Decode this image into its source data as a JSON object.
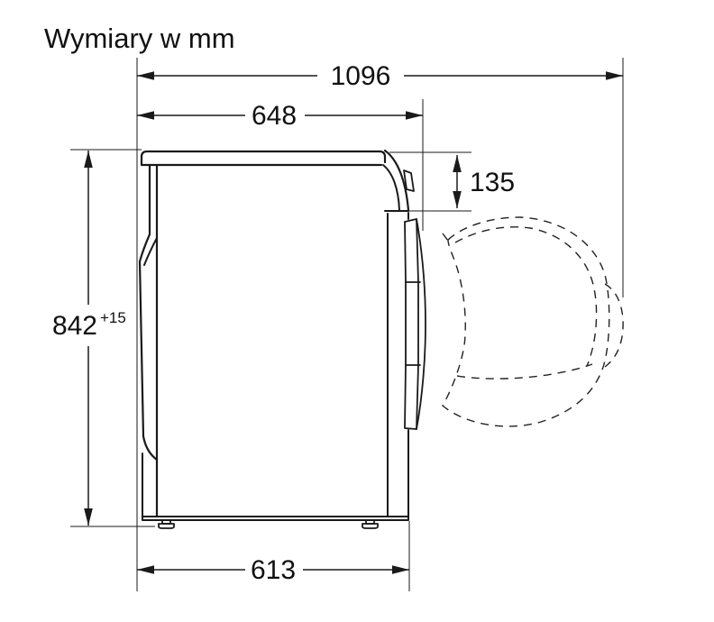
{
  "title": "Wymiary w mm",
  "dims": {
    "open_depth": "1096",
    "total_depth": "648",
    "panel_height": "135",
    "height": "842",
    "height_tolerance": "+15",
    "body_depth": "613"
  },
  "colors": {
    "line": "#1a1a1a",
    "background": "#ffffff"
  },
  "figure": "side-view technical drawing of tumble dryer with door swing shown dashed"
}
